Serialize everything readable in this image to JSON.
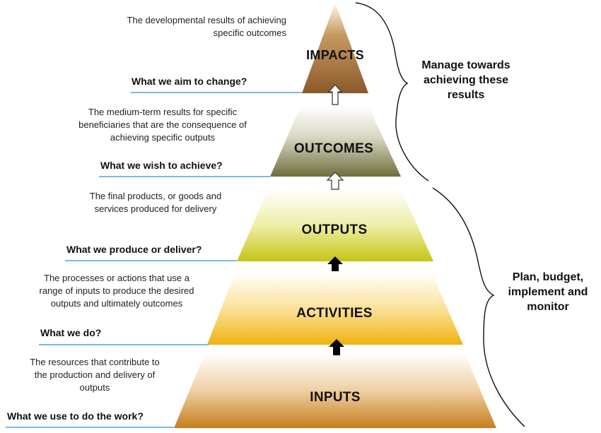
{
  "tiers": {
    "impacts": {
      "label": "IMPACTS",
      "description": [
        "The developmental results of achieving",
        "specific outcomes"
      ],
      "question": "What we aim to change?"
    },
    "outcomes": {
      "label": "OUTCOMES",
      "description": [
        "The medium-term results for specific",
        "beneficiaries that are the consequence of",
        "achieving specific outputs"
      ],
      "question": "What we wish to achieve?"
    },
    "outputs": {
      "label": "OUTPUTS",
      "description": [
        "The final products, or goods and",
        "services produced for delivery"
      ],
      "question": "What we produce or deliver?"
    },
    "activities": {
      "label": "ACTIVITIES",
      "description": [
        "The processes or actions that use a",
        "range of inputs to produce the desired",
        "outputs and ultimately outcomes"
      ],
      "question": "What we do?"
    },
    "inputs": {
      "label": "INPUTS",
      "description": [
        "The resources that contribute to",
        "the production and delivery of",
        "outputs"
      ],
      "question": "What we use to do the work?"
    }
  },
  "brackets": {
    "upper": [
      "Manage towards",
      "achieving these",
      "results"
    ],
    "lower": [
      "Plan, budget,",
      "implement and",
      "monitor"
    ]
  },
  "colors": {
    "impacts": "#8b5a2b",
    "outcomes": "#7a7a40",
    "outputs": "#c8c81e",
    "activities": "#f0b414",
    "inputs": "#c8821e",
    "question_line": "#4aa3df"
  }
}
